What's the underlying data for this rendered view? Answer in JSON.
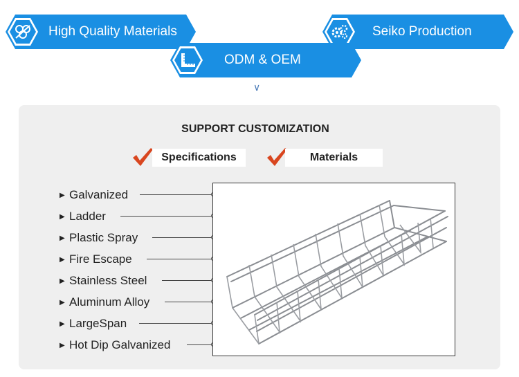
{
  "banners": {
    "quality": {
      "label": "High Quality Materials",
      "icon": "materials-icon"
    },
    "production": {
      "label": "Seiko Production",
      "icon": "gears-icon"
    },
    "odm": {
      "label": "ODM & OEM",
      "icon": "ruler-icon"
    }
  },
  "chevron": "∨",
  "section": {
    "title": "SUPPORT CUSTOMIZATION",
    "tags": [
      "Specifications",
      "Materials"
    ]
  },
  "options": [
    "Galvanized",
    "Ladder",
    "Plastic Spray",
    "Fire Escape",
    "Stainless Steel",
    "Aluminum Alloy",
    "LargeSpan",
    "Hot Dip Galvanized"
  ],
  "colors": {
    "accent": "#1a8fe3",
    "check": "#d9461f",
    "panel": "#efefef"
  }
}
